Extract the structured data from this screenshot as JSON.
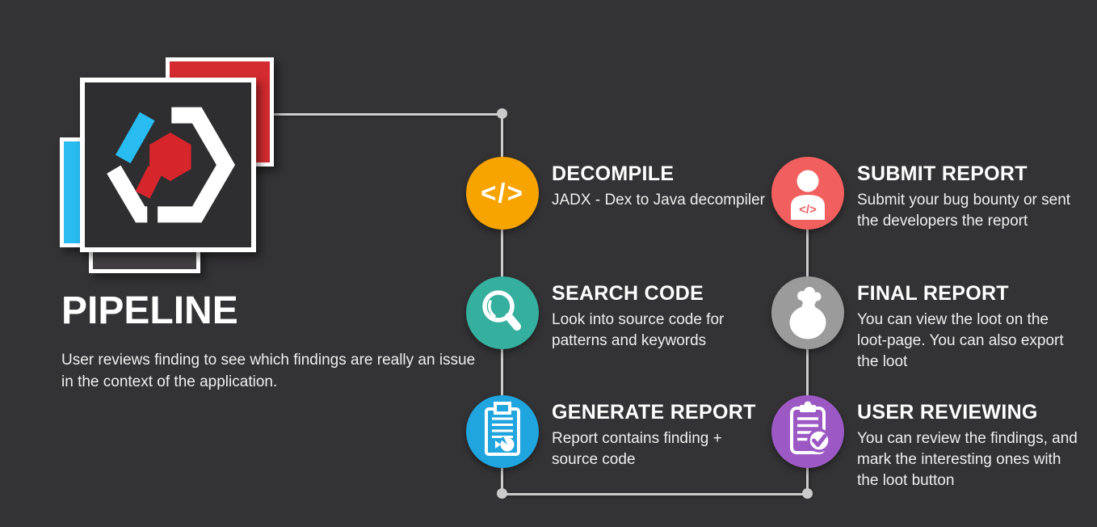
{
  "page": {
    "background": "#333234",
    "connector_color": "#CCCBCB"
  },
  "logo": {
    "name": "code-review-hexagon-logo",
    "colors": {
      "red_square": "#D32B2F",
      "cyan_square": "#29BCF0",
      "main_square": "#2E2D2F",
      "bottom_square": "#413F42",
      "hex_white": "#FFFFFF",
      "hex_cyan": "#29BCF0",
      "hex_red": "#D6262B"
    }
  },
  "headline": {
    "title": "PIPELINE",
    "description": "User reviews finding to see which findings are really an issue in the context of the application."
  },
  "steps": [
    {
      "title": "DECOMPILE",
      "description": "JADX - Dex to Java decompiler",
      "icon": "code-icon",
      "glyph": "</>",
      "color": "#F7A300"
    },
    {
      "title": "SEARCH CODE",
      "description": "Look into source code for patterns and keywords",
      "icon": "search-icon",
      "color": "#35AF9E"
    },
    {
      "title": "GENERATE REPORT",
      "description": "Report contains finding + source code",
      "icon": "report-clipboard-icon",
      "color": "#20A5DE"
    },
    {
      "title": "SUBMIT REPORT",
      "description": "Submit your bug bounty or sent the developers the report",
      "icon": "submit-person-icon",
      "glyph": "</>",
      "color": "#F15F5F"
    },
    {
      "title": "FINAL REPORT",
      "description": "You can view the loot on the loot-page. You can also export the loot",
      "icon": "loot-bag-icon",
      "color": "#9B9B9B"
    },
    {
      "title": "USER REVIEWING",
      "description": "You can review the findings, and mark the interesting ones with the loot button",
      "icon": "review-clipboard-check-icon",
      "color": "#9C59C4"
    }
  ]
}
